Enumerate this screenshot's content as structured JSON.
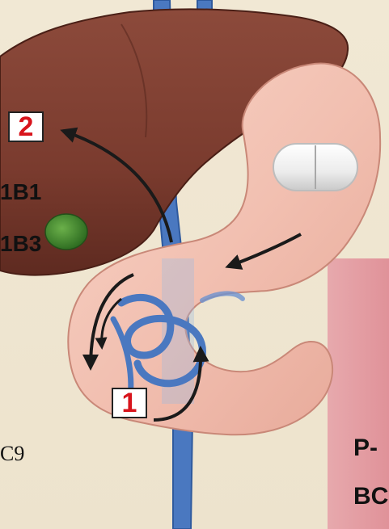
{
  "steps": {
    "step_1": "1",
    "step_2": "2"
  },
  "labels": {
    "transporter_1b1": "1B1",
    "transporter_1b3": "1B3",
    "enzyme_c9": "C9",
    "efflux_line1": "P-",
    "efflux_line2": "BC"
  },
  "colors": {
    "liver": "#7a3b2e",
    "gallbladder": "#3f8a2f",
    "stomach": "#f2c2b4",
    "vein": "#4a78c0",
    "pill": "#f4f4f4",
    "step_number": "#d8141c",
    "intestine_band": "#e2a0a5"
  },
  "icons": {
    "pill": "pill-icon",
    "arrows": "arrow-icon"
  }
}
